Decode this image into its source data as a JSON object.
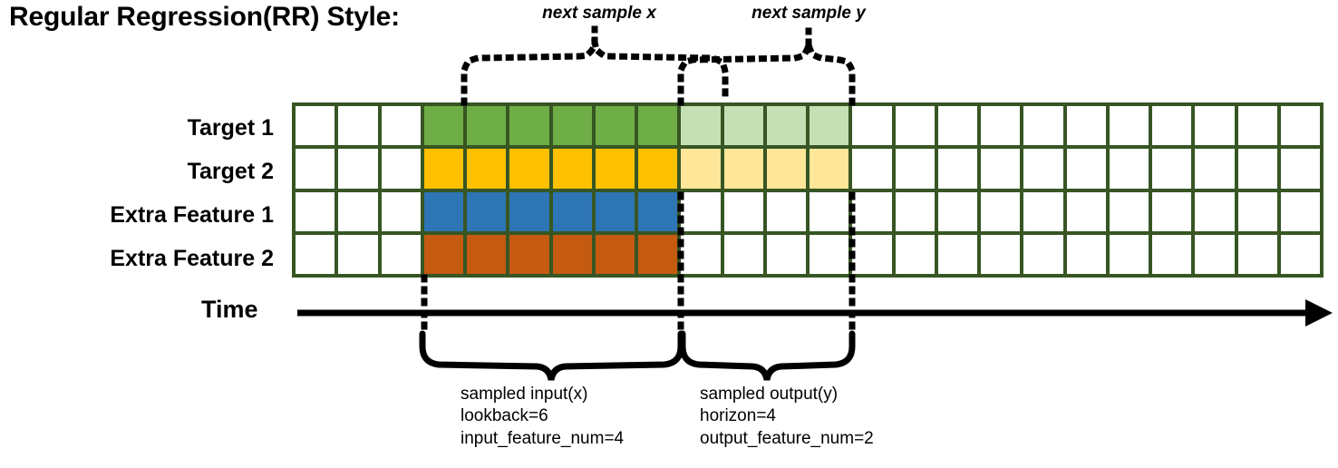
{
  "title": "Regular Regression(RR) Style:",
  "annotations": {
    "top_left_brace_label": "next sample x",
    "top_right_brace_label": "next sample y",
    "time_axis_label": "Time"
  },
  "row_labels": [
    "Target 1",
    "Target 2",
    "Extra Feature 1",
    "Extra Feature 2"
  ],
  "bottom_labels": {
    "input": {
      "line1": "sampled input(x)",
      "line2": "lookback=6",
      "line3": "input_feature_num=4"
    },
    "output": {
      "line1": "sampled output(y)",
      "line2": "horizon=4",
      "line3": "output_feature_num=2"
    }
  },
  "colors": {
    "grid_border": "#375623",
    "empty": "#ffffff",
    "target1": "#6FAD46",
    "target1_light": "#C5E0B4",
    "target2": "#FFC000",
    "target2_light": "#FFE699",
    "extra1": "#2E75B6",
    "extra2": "#C55A11",
    "line": "#000000"
  },
  "grid": {
    "columns": 24,
    "rows": 4,
    "lead_empty": 3,
    "lookback": 6,
    "horizon": 4,
    "row_fill": [
      [
        "empty",
        "empty",
        "empty",
        "target1",
        "target1",
        "target1",
        "target1",
        "target1",
        "target1",
        "target1_light",
        "target1_light",
        "target1_light",
        "target1_light",
        "empty",
        "empty",
        "empty",
        "empty",
        "empty",
        "empty",
        "empty",
        "empty",
        "empty",
        "empty",
        "empty"
      ],
      [
        "empty",
        "empty",
        "empty",
        "target2",
        "target2",
        "target2",
        "target2",
        "target2",
        "target2",
        "target2_light",
        "target2_light",
        "target2_light",
        "target2_light",
        "empty",
        "empty",
        "empty",
        "empty",
        "empty",
        "empty",
        "empty",
        "empty",
        "empty",
        "empty",
        "empty"
      ],
      [
        "empty",
        "empty",
        "empty",
        "extra1",
        "extra1",
        "extra1",
        "extra1",
        "extra1",
        "extra1",
        "empty",
        "empty",
        "empty",
        "empty",
        "empty",
        "empty",
        "empty",
        "empty",
        "empty",
        "empty",
        "empty",
        "empty",
        "empty",
        "empty",
        "empty"
      ],
      [
        "empty",
        "empty",
        "empty",
        "extra2",
        "extra2",
        "extra2",
        "extra2",
        "extra2",
        "extra2",
        "empty",
        "empty",
        "empty",
        "empty",
        "empty",
        "empty",
        "empty",
        "empty",
        "empty",
        "empty",
        "empty",
        "empty",
        "empty",
        "empty",
        "empty"
      ]
    ]
  }
}
